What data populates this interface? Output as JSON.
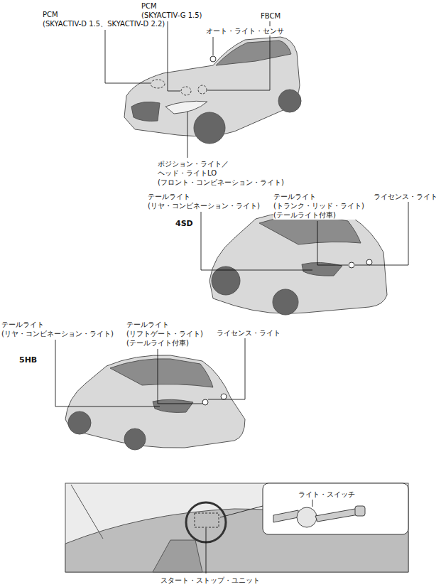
{
  "diagram": {
    "labels": [
      "PCM (SKYACTIV-D 1.5、SKYACTIV-D 2.2)",
      "PCM (SKYACTIV-G 1.5)",
      "FBCM",
      "オート・ライト・センサ",
      "ポジション・ライト／ ヘッド・ライトLO (フロント・コンビネーション・ライト)",
      "テールライト (リヤ・コンビネーション・ライト)",
      "テールライト (トランク・リッド・ライト) (テールライト付車)",
      "ライセンス・ライト",
      "4SD",
      "テールライト (リヤ・コンビネーション・ライト)",
      "テールライト (リフトゲート・ライト) (テールライト付車)",
      "ライセンス・ライト",
      "5HB",
      "ライト・スイッチ",
      "スタート・ストップ・ユニット"
    ]
  }
}
